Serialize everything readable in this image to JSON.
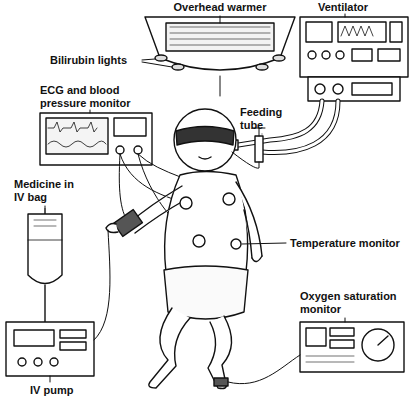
{
  "diagram": {
    "labels": [
      "Overhead warmer",
      "Ventilator",
      "Bilirubin lights",
      "ECG and blood pressure monitor",
      "Feeding tube",
      "Medicine in IV bag",
      "Temperature monitor",
      "Oxygen saturation monitor",
      "IV pump"
    ]
  }
}
